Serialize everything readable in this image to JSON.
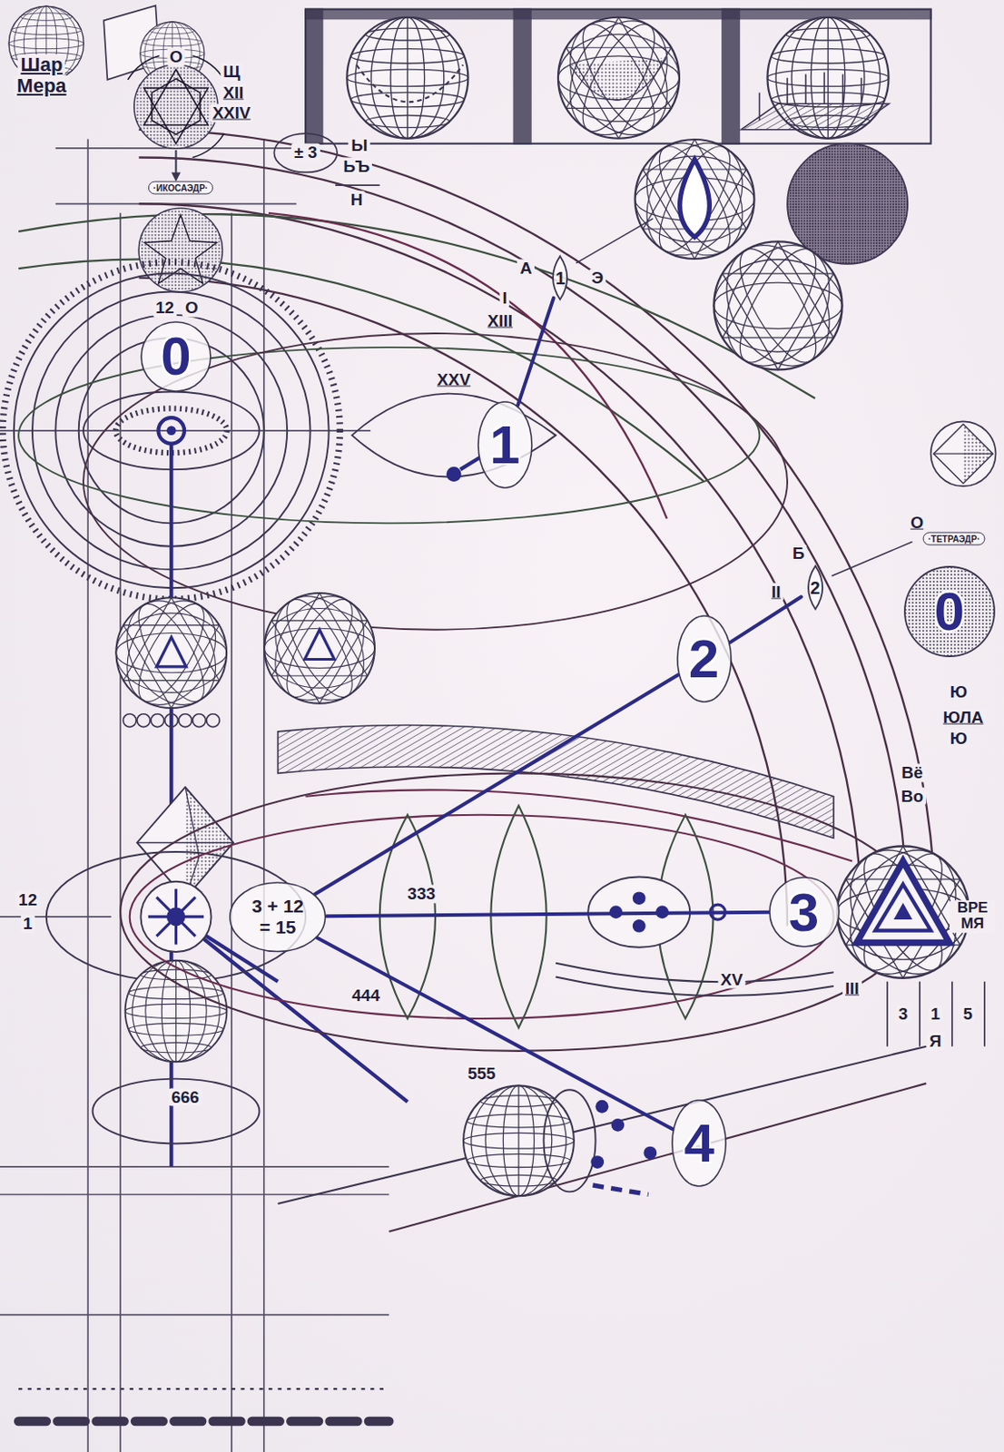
{
  "diagram": {
    "nodes": [
      {
        "text": [
          "1"
        ]
      },
      {
        "text": [
          "0"
        ]
      },
      {
        "text": [
          "1"
        ]
      },
      {
        "text": [
          "2"
        ]
      },
      {
        "text": [
          "0"
        ]
      },
      {
        "text": [
          "2"
        ]
      },
      {
        "text": [
          "3 + 12 = 15"
        ]
      },
      {
        "text": [
          "3"
        ]
      },
      {
        "text": [
          "4"
        ]
      }
    ],
    "edges": [
      {
        "from": 0,
        "to": 2,
        "arrow": "none"
      },
      {
        "from": 3,
        "to": 5,
        "arrow": "none"
      },
      {
        "from": 6,
        "to": 5,
        "arrow": "none"
      },
      {
        "from": 6,
        "to": 7,
        "arrow": "none"
      },
      {
        "from": 6,
        "to": 8,
        "arrow": "none"
      }
    ],
    "labels": [
      "Шар",
      "Мера",
      "О",
      "Щ",
      "XII",
      "XXIV",
      "·ИКОСАЭДР·",
      "12",
      "О",
      "± 3",
      "Ы",
      "ЬЪ",
      "Н",
      "А",
      "Э",
      "I",
      "XIII",
      "XXV",
      "О",
      "Б",
      "II",
      "·ТЕТРАЭДР·",
      "Ю",
      "ЮЛА",
      "Ю",
      "Вё",
      "Во",
      "ВРЕ МЯ",
      "12",
      "1",
      "333",
      "444",
      "555",
      "666",
      "XV",
      "III",
      "3",
      "1",
      "5",
      "Я"
    ]
  }
}
